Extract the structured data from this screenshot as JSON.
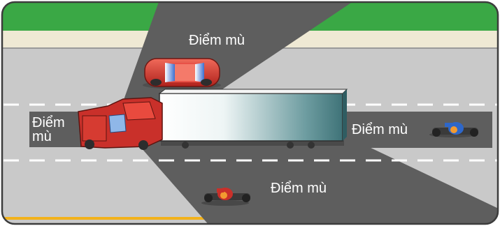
{
  "labels": {
    "top": "Điểm mù",
    "left_line1": "Điểm",
    "left_line2": "mù",
    "right": "Điểm mù",
    "bottom": "Điểm mù"
  },
  "colors": {
    "grass": "#3aa845",
    "sidewalk": "#efe9d4",
    "road": "#c9c9c9",
    "blind_zone": "#5e5e5e",
    "truck_cab": "#c9302a",
    "yellow_line": "#f2b21b",
    "frame": "#3c3c3c"
  }
}
